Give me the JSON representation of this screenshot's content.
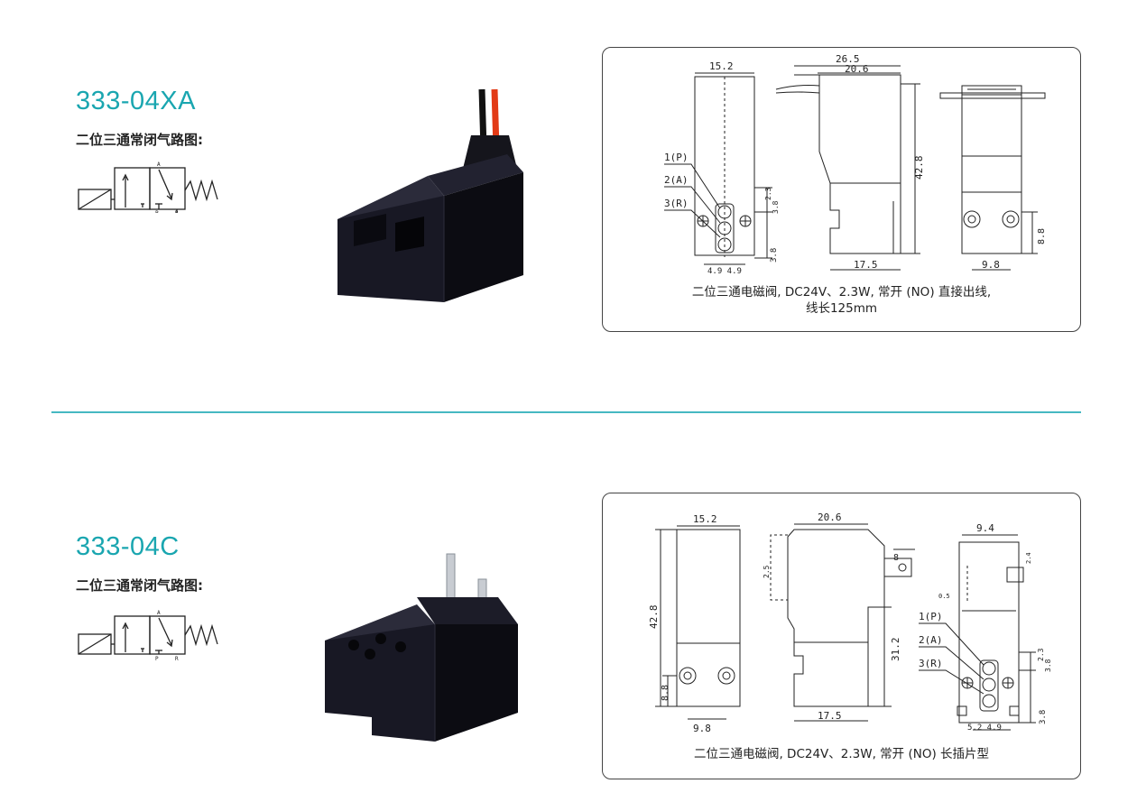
{
  "colors": {
    "model": "#1aa6b0",
    "divider": "#46b8c2"
  },
  "products": [
    {
      "model": "333-04XA",
      "subtitle": "二位三通常闭气路图:",
      "symbol_labels": {
        "a": "A",
        "p": "P",
        "r": "R"
      },
      "drawing": {
        "dims": {
          "w_front": "15.2",
          "w_side_outer": "26.5",
          "w_side": "20.6",
          "h_side": "42.8",
          "b_side": "17.5",
          "b_back": "9.8",
          "h_back": "8.8",
          "v1": "2.3",
          "v2": "3.8",
          "v3": "3.8",
          "b_front": "4.9 4.9"
        },
        "ports": {
          "p": "1(P)",
          "a": "2(A)",
          "r": "3(R)"
        }
      },
      "caption_lines": [
        "二位三通电磁阀, DC24V、2.3W, 常开 (NO) 直接出线,",
        "线长125mm"
      ]
    },
    {
      "model": "333-04C",
      "subtitle": "二位三通常闭气路图:",
      "symbol_labels": {
        "a": "A",
        "p": "P",
        "r": "R"
      },
      "drawing": {
        "dims": {
          "w_front": "15.2",
          "h_front": "42.8",
          "b_front": "9.8",
          "h_front_small": "8.8",
          "w_side": "20.6",
          "h_side": "31.2",
          "b_side": "17.5",
          "tab": "8",
          "dash": "2.5",
          "w_back": "9.4",
          "small1": "2.4",
          "small2": "0.5",
          "v1": "2.3",
          "v2": "3.8",
          "v3": "3.8",
          "b_back": "5.2 4.9"
        },
        "ports": {
          "p": "1(P)",
          "a": "2(A)",
          "r": "3(R)"
        }
      },
      "caption_lines": [
        "二位三通电磁阀, DC24V、2.3W, 常开 (NO) 长插片型"
      ]
    }
  ]
}
